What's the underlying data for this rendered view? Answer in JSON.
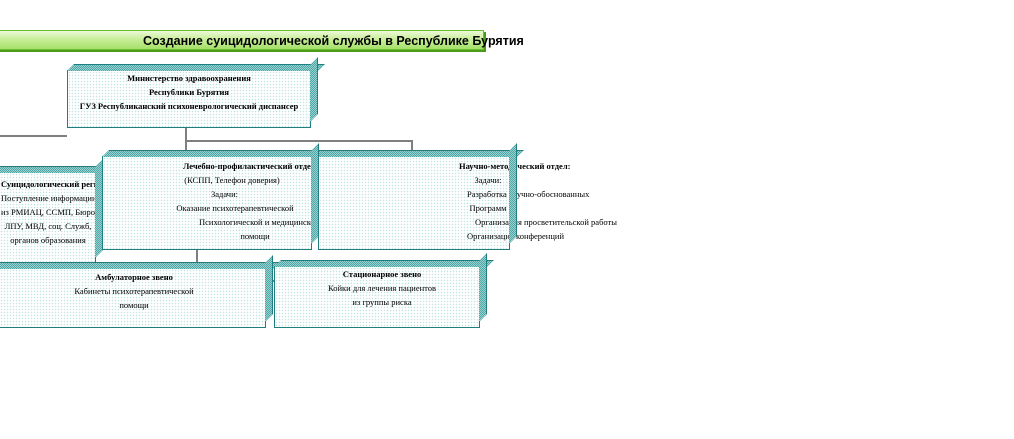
{
  "title": "Создание суицидологической службы в Республике Бурятия",
  "boxes": {
    "ministry": {
      "lines": [
        "Министерство здравоохранения",
        "Республики Бурятия",
        "ГУЗ Республиканский психоневрологический диспансер"
      ]
    },
    "register": {
      "lines": [
        "Суицидологический регистр",
        "Поступление информации",
        "из РМИАЦ, ССМП, Бюро СМЭ,",
        "ЛПУ, МВД, соц. Служб,",
        "органов образования"
      ]
    },
    "treatment": {
      "lines": [
        "Лечебно-профилактический отдел",
        "(КСПП, Телефон доверия)",
        "Задачи:",
        "Оказание психотерапевтической",
        "Психологической и медицинской",
        "помощи"
      ]
    },
    "science": {
      "lines": [
        "Научно-методический отдел:",
        "Задачи:",
        "Разработка научно-обоснованных",
        "Программ",
        "Организация просветительской работы",
        "Организация конференций"
      ]
    },
    "outpatient": {
      "lines": [
        "Амбулаторное звено",
        "Кабинеты психотерапевтической",
        "помощи"
      ]
    },
    "inpatient": {
      "lines": [
        "Стационарное звено",
        "Койки для лечения пациентов",
        "из группы риска"
      ]
    }
  },
  "colors": {
    "box_border": "#1f7d7d",
    "title_fill": "#c9ee9a",
    "connector": "#7f7f7f"
  }
}
